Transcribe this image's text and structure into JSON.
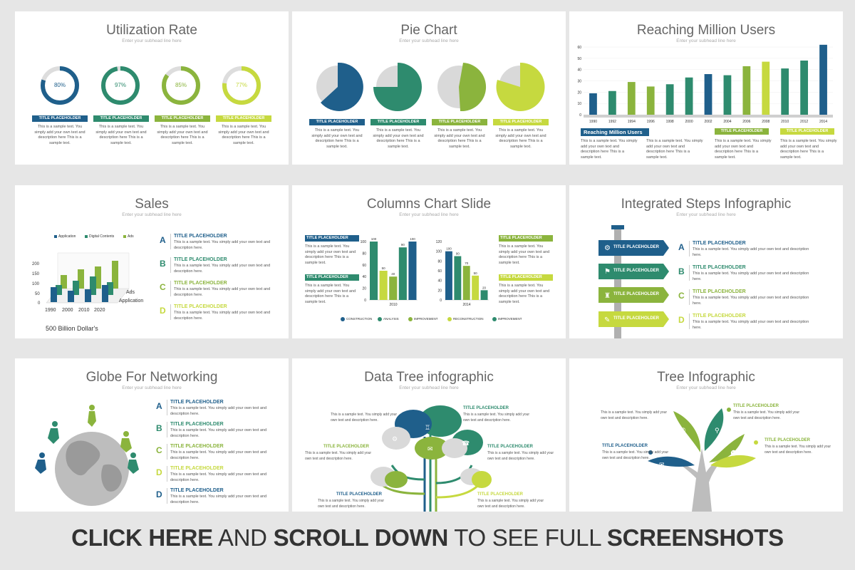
{
  "colors": {
    "navy": "#1f5f8b",
    "teal": "#2e8b6e",
    "green": "#8bb43d",
    "lime": "#c6d93f",
    "gray": "#d9d9d9"
  },
  "subhead": "Enter your subhead line here",
  "sample": "This is a sample text. You simply add your own text and description here This is a sample text.",
  "sample_short": "This is a sample text. You simply add your own text and description here.",
  "placeholder": "TITLE PLACEHOLDER",
  "s1": {
    "title": "Utilization Rate",
    "values": [
      "80%",
      "97%",
      "85%",
      "77%"
    ]
  },
  "s2": {
    "title": "Pie Chart"
  },
  "s3": {
    "title": "Reaching Million Users",
    "tag1": "Reaching Million Users",
    "chart_data": {
      "type": "bar",
      "categories": [
        "1990",
        "1992",
        "1994",
        "1996",
        "1998",
        "2000",
        "2002",
        "2004",
        "2006",
        "2008",
        "2010",
        "2012",
        "2014"
      ],
      "values": [
        19,
        21,
        29,
        25,
        27,
        33,
        36,
        35,
        43,
        47,
        41,
        48,
        62
      ],
      "ylim": [
        0,
        60
      ],
      "yticks": [
        "0",
        "10",
        "20",
        "30",
        "40",
        "50",
        "60"
      ]
    }
  },
  "s4": {
    "title": "Sales",
    "legend": [
      "Application",
      "Digital Contents",
      "Ads"
    ],
    "yticks": [
      "200",
      "150",
      "100",
      "50",
      "0"
    ],
    "xticks": [
      "1990",
      "2000",
      "2010",
      "2020"
    ],
    "depth": [
      "Ads",
      "Application"
    ],
    "caption": "500 Billion Dollar's",
    "letters": [
      "A",
      "B",
      "C",
      "D"
    ]
  },
  "s5": {
    "title": "Columns Chart Slide",
    "chart_data": [
      {
        "type": "bar",
        "label": "2010",
        "values": [
          100,
          50,
          40,
          90,
          100
        ],
        "ylim": [
          0,
          100
        ]
      },
      {
        "type": "bar",
        "label": "2014",
        "values": [
          100,
          90,
          70,
          50,
          20
        ],
        "ylim": [
          0,
          120
        ]
      }
    ],
    "ticks_left": [
      "100",
      "80",
      "60",
      "40",
      "20",
      "0"
    ],
    "ticks_right": [
      "120",
      "100",
      "80",
      "60",
      "40",
      "20",
      "0"
    ],
    "legend": [
      "CONSTRUCTION",
      "ANALYSIS",
      "IMPROVEMENT",
      "RECONSTRUCTION",
      "IMPROVEMENT"
    ]
  },
  "s6": {
    "title": "Integrated Steps Infographic",
    "letters": [
      "A",
      "B",
      "C",
      "D"
    ]
  },
  "s7": {
    "title": "Globe For Networking",
    "letters": [
      "A",
      "B",
      "C",
      "D",
      "D"
    ]
  },
  "s8": {
    "title": "Data Tree infographic"
  },
  "s9": {
    "title": "Tree Infographic"
  },
  "footer": {
    "p1": "CLICK HERE",
    "p2": " AND ",
    "p3": "SCROLL DOWN",
    "p4": " TO SEE FULL ",
    "p5": "SCREENSHOTS"
  }
}
